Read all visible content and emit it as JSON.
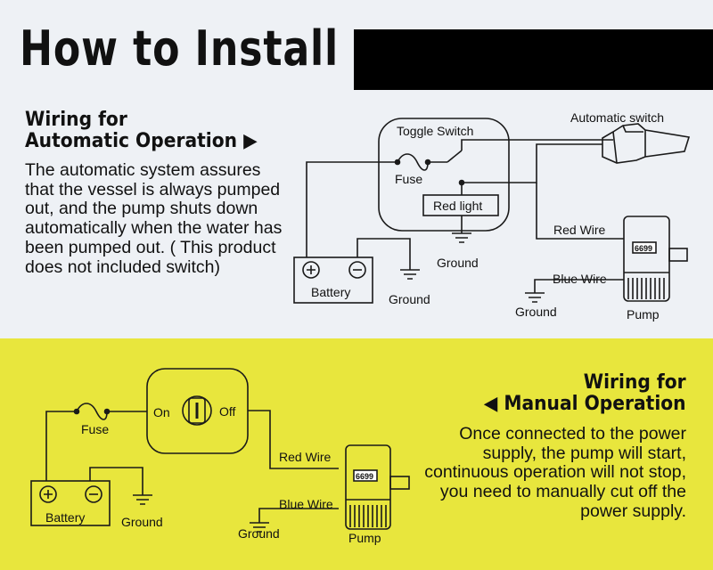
{
  "title": "How to Install",
  "automatic": {
    "heading_line1": "Wiring for",
    "heading_line2": "Automatic Operation ▶",
    "description": "The automatic system assures that the vessel is always pumped out, and the pump shuts down automatically when the water has been pumped out. ( This product does not included switch)",
    "labels": {
      "toggle_switch": "Toggle Switch",
      "automatic_switch": "Automatic switch",
      "fuse": "Fuse",
      "red_light": "Red light",
      "ground_center": "Ground",
      "ground_battery": "Ground",
      "ground_pump": "Ground",
      "red_wire": "Red Wire",
      "blue_wire": "Blue Wire",
      "battery": "Battery",
      "pump": "Pump",
      "pump_model": "6699"
    }
  },
  "manual": {
    "heading_line1": "Wiring for",
    "heading_line2": "◀ Manual Operation",
    "description": "Once connected to the power supply, the pump will start, continuous operation will not stop, you need to manually cut off the power supply.",
    "labels": {
      "on": "On",
      "off": "Off",
      "fuse": "Fuse",
      "red_wire": "Red Wire",
      "blue_wire": "Blue Wire",
      "battery": "Battery",
      "ground_battery": "Ground",
      "ground_pump": "Ground",
      "pump": "Pump",
      "pump_model": "6699"
    }
  },
  "colors": {
    "top_background": "#eef1f5",
    "bottom_background": "#e8e63d",
    "title_bar": "#000000"
  }
}
